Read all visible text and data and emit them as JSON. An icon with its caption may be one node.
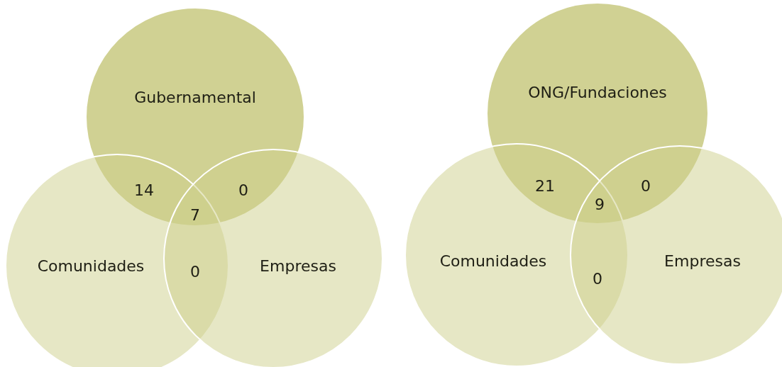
{
  "diagram": {
    "nodes": [
      {
        "text": [
          "Gubernamental"
        ]
      },
      {
        "text": [
          "Comunidades"
        ]
      },
      {
        "text": [
          "Empresas"
        ]
      },
      {
        "text": [
          "ONG/Fundaciones"
        ]
      },
      {
        "text": [
          "Comunidades"
        ]
      },
      {
        "text": [
          "Empresas"
        ]
      }
    ],
    "labels": [
      "14",
      "0",
      "7",
      "0",
      "21",
      "0",
      "9",
      "0"
    ]
  }
}
